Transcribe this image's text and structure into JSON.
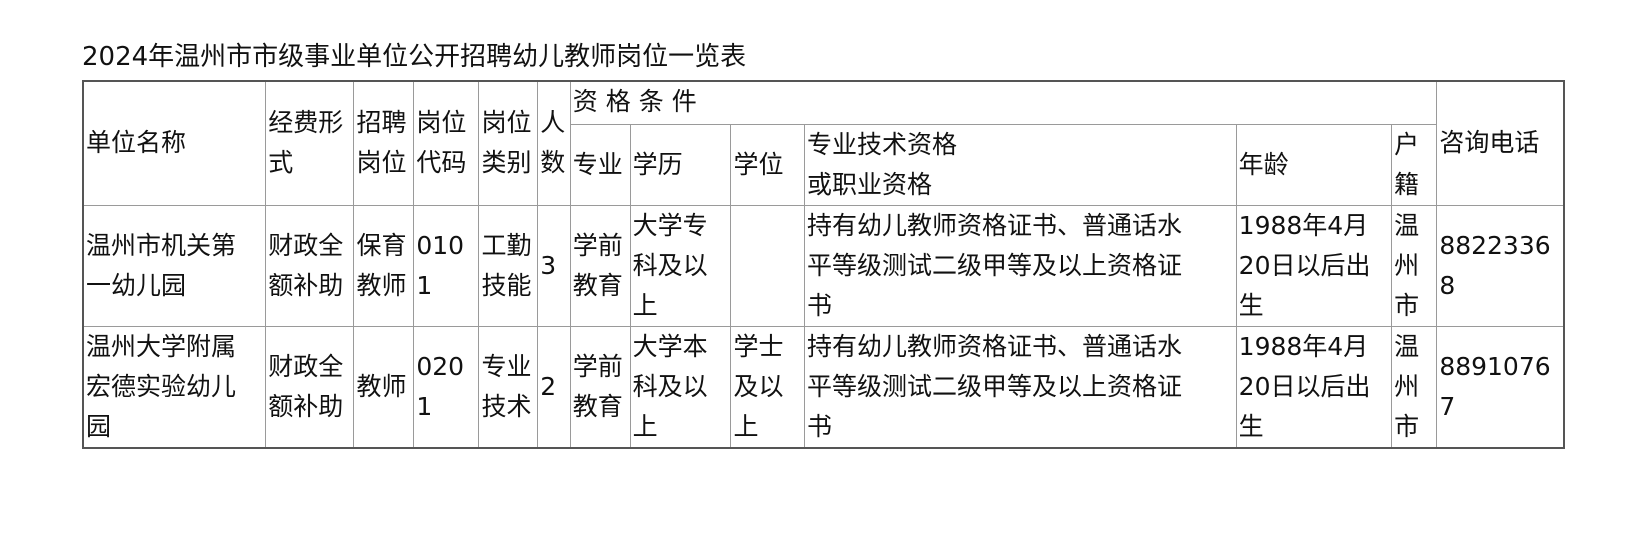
{
  "title": "2024年温州市市级事业单位公开招聘幼儿教师岗位一览表",
  "headers": {
    "unit_name": "单位名称",
    "funding": "经费形\n式",
    "recruit_post": "招聘\n岗位",
    "post_code": "岗位\n代码",
    "post_category": "岗位\n类别",
    "headcount": "人\n数",
    "qualifications": "资格条件",
    "major": "专业",
    "education": "学历",
    "degree": "学位",
    "certificate": "专业技术资格\n或职业资格",
    "age": "年龄",
    "hukou": "户\n籍",
    "phone": "咨询电话"
  },
  "rows": [
    {
      "unit_name": "温州市机关第\n一幼儿园",
      "funding": "财政全\n额补助",
      "recruit_post": "保育\n教师",
      "post_code": "0101",
      "post_category": "工勤\n技能",
      "headcount": "3",
      "major": "学前\n教育",
      "education": "大学专\n科及以\n上",
      "degree": "",
      "certificate": "持有幼儿教师资格证书、普通话水\n平等级测试二级甲等及以上资格证\n书",
      "age": "1988年4月\n20日以后出\n生",
      "hukou": "温\n州\n市",
      "phone": "88223368"
    },
    {
      "unit_name": "温州大学附属\n宏德实验幼儿\n园",
      "funding": "财政全\n额补助",
      "recruit_post": "教师",
      "post_code": "0201",
      "post_category": "专业\n技术",
      "headcount": "2",
      "major": "学前\n教育",
      "education": "大学本\n科及以\n上",
      "degree": "学士\n及以\n上",
      "certificate": "持有幼儿教师资格证书、普通话水\n平等级测试二级甲等及以上资格证\n书",
      "age": "1988年4月\n20日以后出\n生",
      "hukou": "温\n州\n市",
      "phone": "88910767"
    }
  ]
}
